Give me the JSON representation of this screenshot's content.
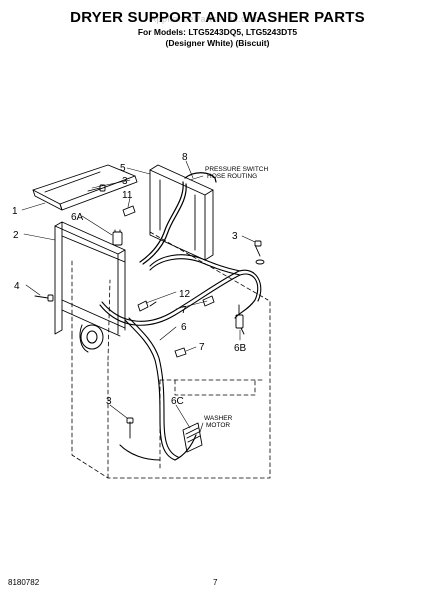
{
  "header": {
    "title": "DRYER SUPPORT AND WASHER PARTS",
    "models_line": "For Models: LTG5243DQ5, LTG5243DT5",
    "colors_line": "(Designer White)    (Biscuit)",
    "watermark": "AppliancePartsPros.com"
  },
  "callouts": {
    "c1": "1",
    "c2": "2",
    "c3a": "3",
    "c3b": "3",
    "c3c": "3",
    "c4": "4",
    "c5": "5",
    "c6a": "6A",
    "c6": "6",
    "c6b": "6B",
    "c6c": "6C",
    "c7a": "7",
    "c7b": "7",
    "c8": "8",
    "c11": "11",
    "c12": "12"
  },
  "notes": {
    "pressure_switch_l1": "PRESSURE SWITCH",
    "pressure_switch_l2": "HOSE ROUTING",
    "washer_motor_l1": "WASHER",
    "washer_motor_l2": "MOTOR"
  },
  "footer": {
    "doc_number": "8180782",
    "page_number": "7"
  }
}
